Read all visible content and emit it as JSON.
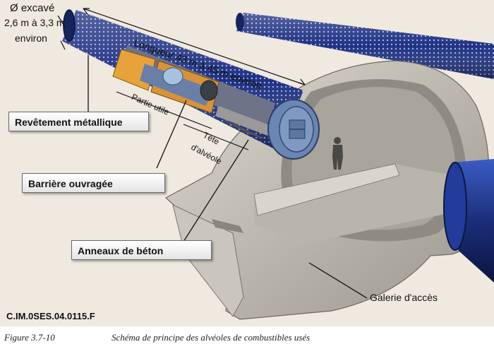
{
  "figure": {
    "diameter_label": "Ø excavé",
    "diameter_range": "2,6 m à 3,3 m",
    "diameter_suffix": "environ",
    "length_label": "Longueur 43 m à 45 m environ",
    "partie_utile": "Partie utile",
    "tete_line1": "Tête",
    "tete_line2": "d'alvéole",
    "callouts": {
      "revetement": "Revêtement métallique",
      "barriere": "Barrière ouvragée",
      "anneaux": "Anneaux de béton"
    },
    "galerie": "Galerie d'accès",
    "reference": "C.IM.0SES.04.0115.F",
    "colors": {
      "background": "#efe9df",
      "tube_blue": "#1d2f7a",
      "concrete": "#cfcac0",
      "orange_ring": "#e8a23a"
    }
  },
  "caption": {
    "number": "Figure 3.7-10",
    "text": "Schéma de principe des alvéoles de combustibles usés"
  }
}
